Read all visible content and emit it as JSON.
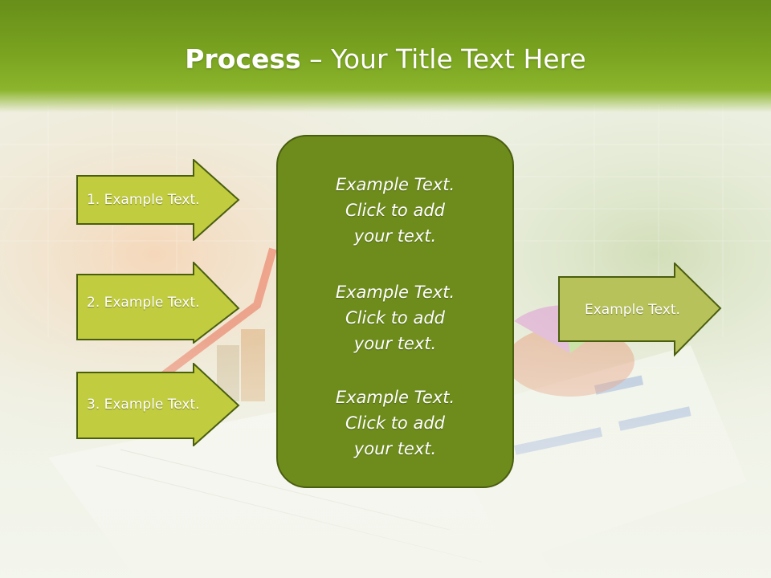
{
  "title": {
    "bold": "Process",
    "rest": " – Your Title Text Here"
  },
  "left_arrows": [
    {
      "label": "1. Example Text."
    },
    {
      "label": "2. Example Text."
    },
    {
      "label": "3. Example Text."
    }
  ],
  "center_box": {
    "blocks": [
      {
        "lines": [
          "Example Text.",
          "Click  to add",
          "your text."
        ]
      },
      {
        "lines": [
          "Example Text.",
          "Click  to add",
          "your text."
        ]
      },
      {
        "lines": [
          "Example Text.",
          "Click  to add",
          "your text."
        ]
      }
    ]
  },
  "right_arrow": {
    "label": "Example Text."
  },
  "colors": {
    "header_green": "#78a21f",
    "arrow_fill": "#c1cc3f",
    "right_arrow_fill": "#b8c25a",
    "center_fill": "#6e8c1c",
    "outline": "#4a5e10"
  }
}
